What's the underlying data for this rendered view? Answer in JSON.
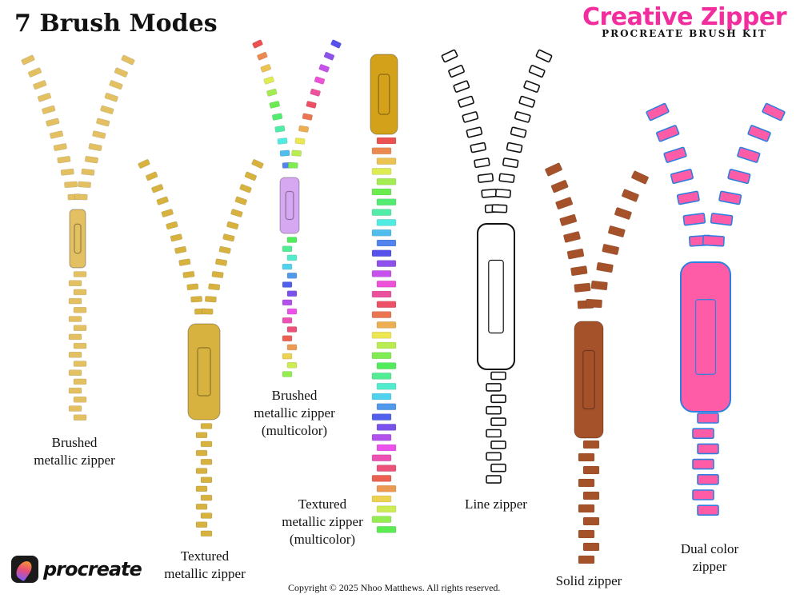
{
  "header": {
    "title": "7 Brush Modes"
  },
  "brand": {
    "name": "Creative Zipper",
    "subtitle": "PROCREATE BRUSH KIT",
    "color": "#f22e9e"
  },
  "zippers": [
    {
      "label_lines": [
        "Brushed",
        "metallic zipper"
      ],
      "color": "#e3c163"
    },
    {
      "label_lines": [
        "Textured",
        "metallic zipper"
      ],
      "color": "#d8b23e"
    },
    {
      "label_lines": [
        "Brushed",
        "metallic zipper",
        "(multicolor)"
      ],
      "color": "#c9a0f0",
      "multicolor": true
    },
    {
      "label_lines": [
        "Textured",
        "metallic zipper",
        "(multicolor)"
      ],
      "color": "#d4a21a",
      "multicolor": true
    },
    {
      "label_lines": [
        "Line zipper"
      ],
      "color": "#ffffff",
      "outline": "#111111"
    },
    {
      "label_lines": [
        "Solid zipper"
      ],
      "color": "#a5522a"
    },
    {
      "label_lines": [
        "Dual color",
        "zipper"
      ],
      "color": "#ff5ca8",
      "outline": "#2f7fe0"
    }
  ],
  "footer": {
    "logo_text": "procreate",
    "copyright": "Copyright © 2025 Nhoo Matthews. All rights reserved."
  }
}
